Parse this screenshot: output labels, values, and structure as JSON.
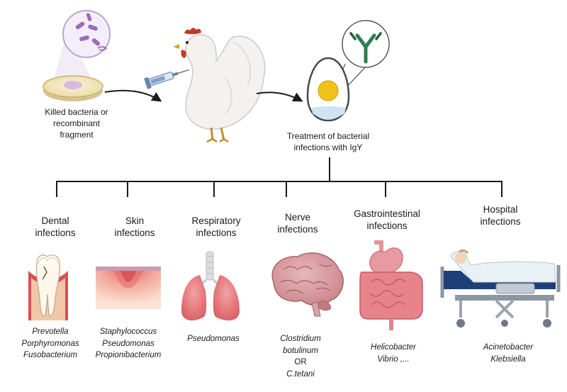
{
  "top": {
    "source_caption": [
      "Killed bacteria or",
      "recombinant",
      "fragment"
    ],
    "treatment_caption": [
      "Treatment of bacterial",
      "infections with IgY"
    ]
  },
  "infections": [
    {
      "title": [
        "Dental",
        "infections"
      ],
      "bacteria": [
        "Prevotella",
        "Porphyromonas",
        "Fusobacterium"
      ]
    },
    {
      "title": [
        "Skin",
        "infections"
      ],
      "bacteria": [
        "Staphylococcus",
        "Pseudomonas",
        "Propionibacterium"
      ]
    },
    {
      "title": [
        "Respiratory",
        "infections"
      ],
      "bacteria": [
        "Pseudomonas"
      ]
    },
    {
      "title": [
        "Nerve",
        "infections"
      ],
      "bacteria": [
        "Clostridium",
        "botulinum",
        "OR",
        "C.tetani"
      ]
    },
    {
      "title": [
        "Gastrointestinal",
        "infections"
      ],
      "bacteria": [
        "Helicobacter",
        "Vibrio ,..."
      ]
    },
    {
      "title": [
        "Hospital",
        "infections"
      ],
      "bacteria": [
        "Acinetobacter",
        "Klebsiella"
      ]
    }
  ],
  "colors": {
    "line": "#1a1a1a",
    "antibody": "#2e7d4f",
    "yolk": "#f2c21b",
    "bacteria": "#9b6bc0"
  }
}
